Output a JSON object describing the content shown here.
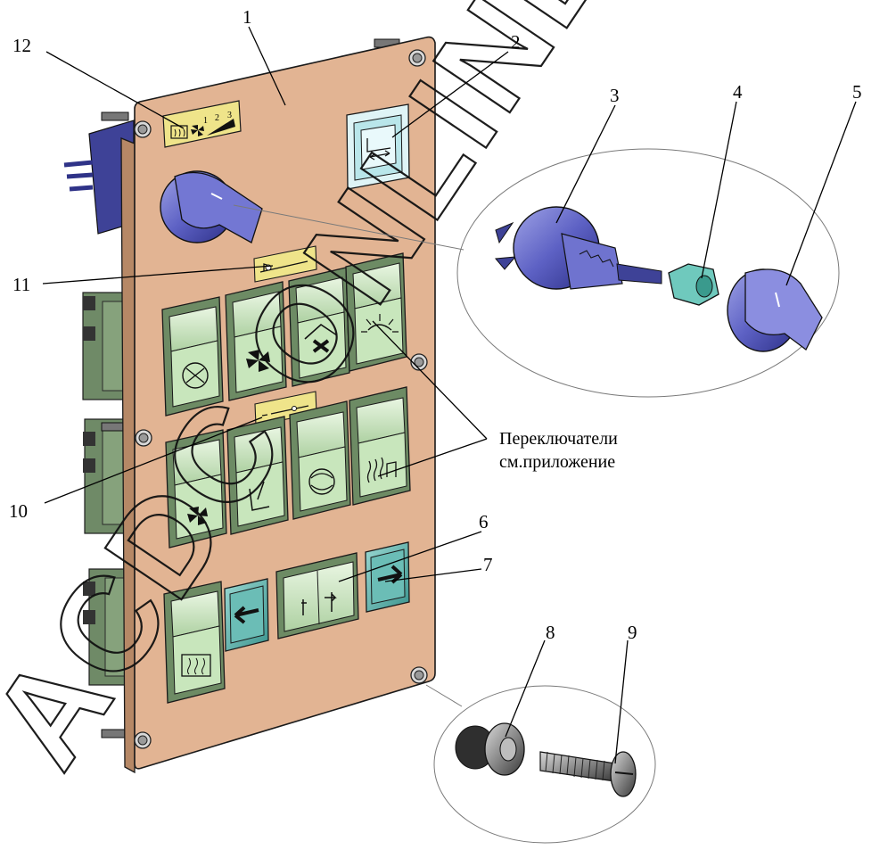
{
  "callouts": {
    "n1": "1",
    "n2": "2",
    "n3": "3",
    "n4": "4",
    "n5": "5",
    "n6": "6",
    "n7": "7",
    "n8": "8",
    "n9": "9",
    "n10": "10",
    "n11": "11",
    "n12": "12"
  },
  "caption": {
    "line1": "Переключатели",
    "line2": "см.приложение"
  },
  "fan_speed_label": {
    "s1": "1",
    "s2": "2",
    "s3": "3"
  },
  "watermark": {
    "text": "ACDC ONLINE"
  },
  "colors": {
    "panel": "#e2b493",
    "switch_green": "#bcdcb0",
    "switch_dark": "#5f7d58",
    "knob_blue": "#5a5fbd",
    "teal": "#67b8b2",
    "label_yellow": "#efe48a"
  },
  "icons": [
    "defrost-fan-icon",
    "fan-icon",
    "house-fan-icon",
    "lamp-icon",
    "rear-heater-icon",
    "seat-heat-icon",
    "recirculation-icon",
    "arrow-left-icon",
    "arrow-right-icon",
    "double-arrow-icon"
  ]
}
